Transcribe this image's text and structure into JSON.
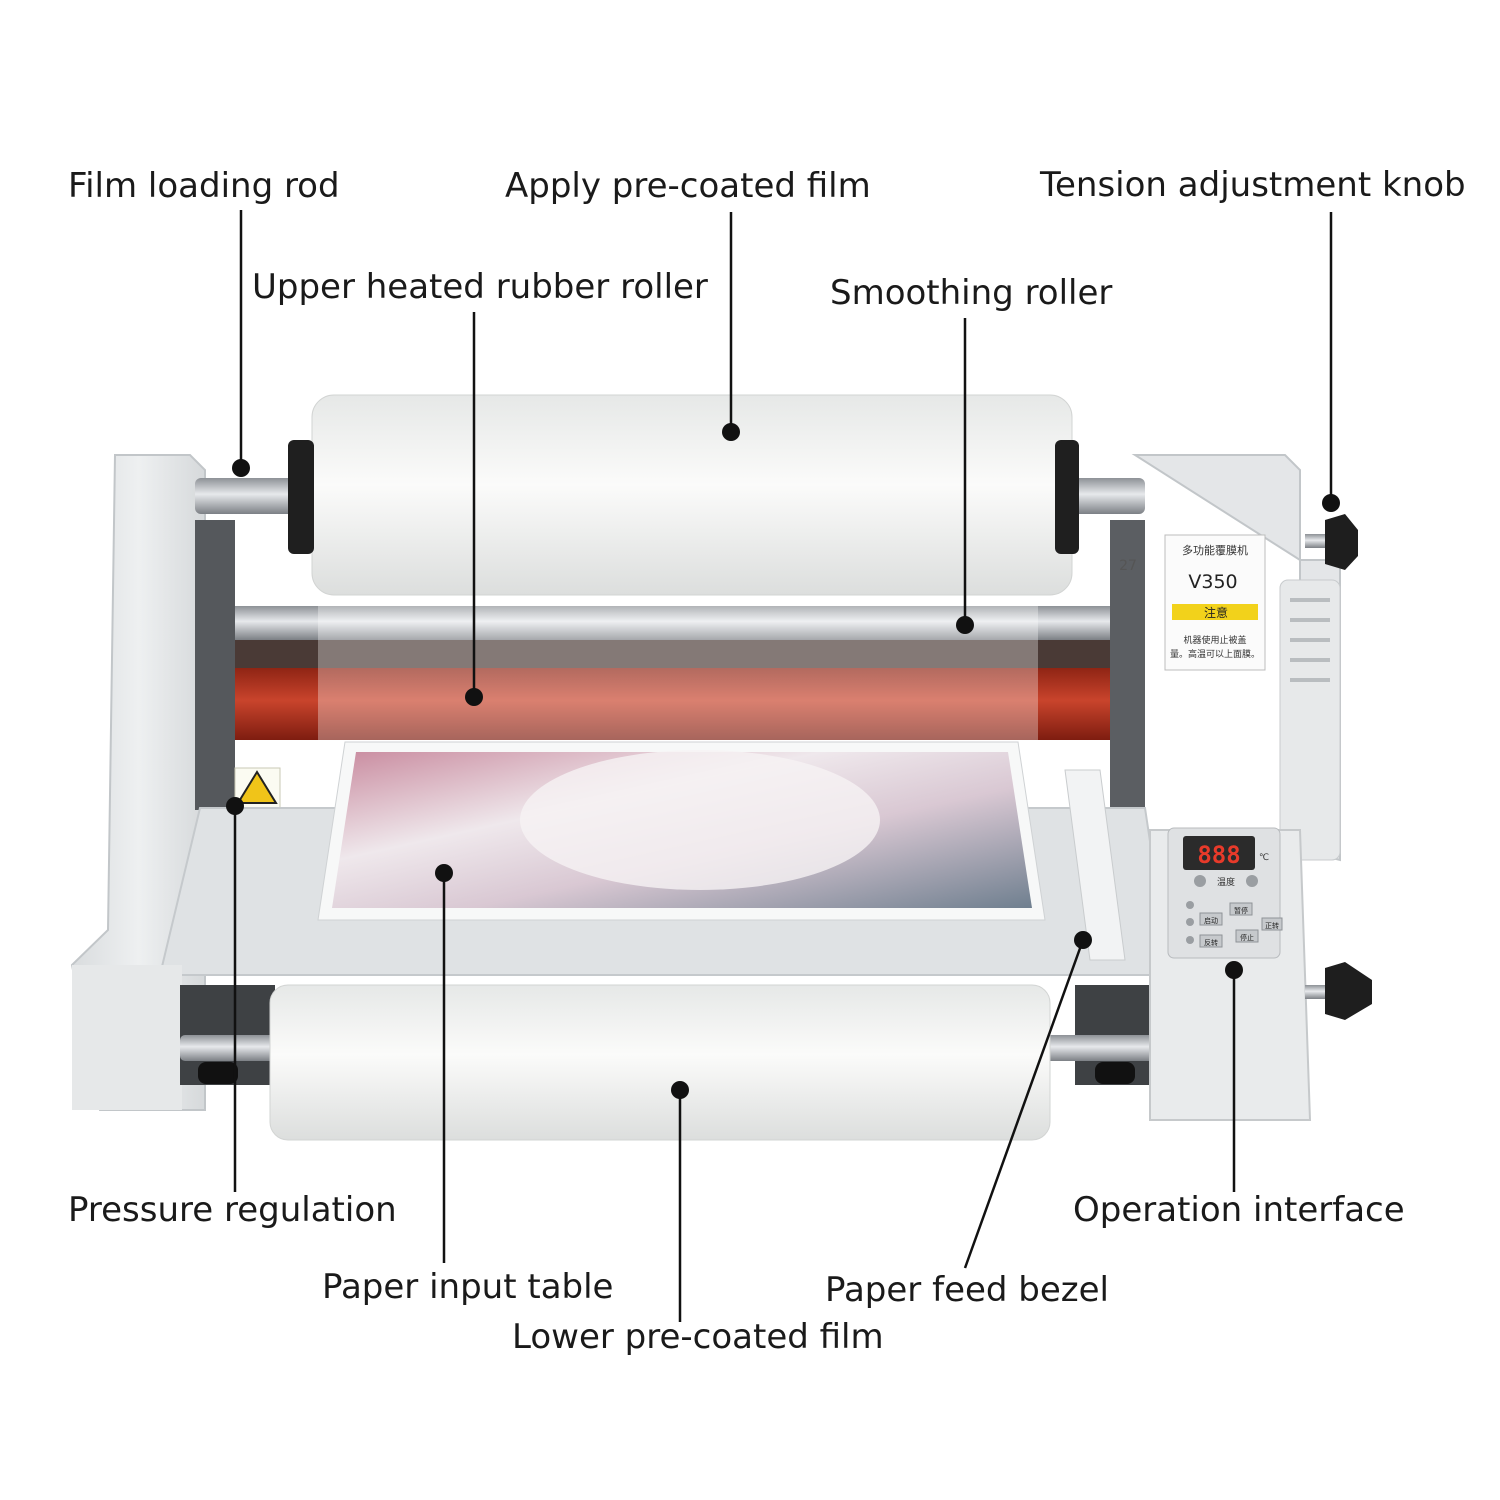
{
  "labels": {
    "film_loading_rod": "Film loading rod",
    "apply_precoated_film": "Apply pre-coated film",
    "tension_adjustment_knob": "Tension adjustment knob",
    "upper_heated_rubber_roller": "Upper heated rubber roller",
    "smoothing_roller": "Smoothing roller",
    "pressure_regulation": "Pressure regulation",
    "operation_interface": "Operation interface",
    "paper_input_table": "Paper input table",
    "paper_feed_bezel": "Paper feed bezel",
    "lower_precoated_film": "Lower pre-coated film"
  },
  "machine": {
    "panel_header": "多功能覆膜机",
    "model": "V350",
    "warning_title": "注意",
    "warning_text_1": "机器使用止被盖",
    "warning_text_2": "量。高温可以上面膜。",
    "side_mark": "27",
    "display": "888",
    "display_unit": "℃",
    "temp_label": "温度",
    "button_1": "启动",
    "button_2": "暂停",
    "button_3": "正转",
    "button_4": "反转",
    "button_5": "停止"
  },
  "colors": {
    "machine_body": "#e9ebec",
    "film_roll": "#f4f5f4",
    "heated_roller": "#b8321f",
    "steel_rod": "#a9adb2",
    "knob": "#1e1e1e",
    "display_background": "#2b2b2b",
    "display_digits": "#e83a2a",
    "leader_line": "#111111",
    "label_text": "#1a1a1a"
  }
}
